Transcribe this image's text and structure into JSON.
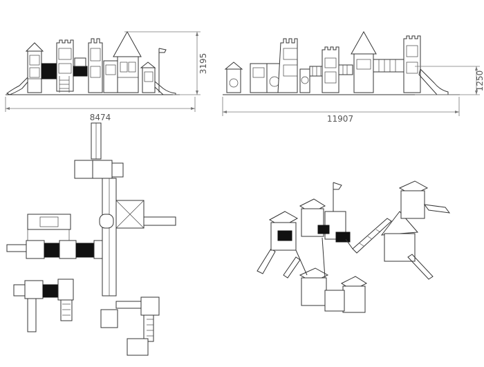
{
  "dimensions": {
    "left_width": "8474",
    "left_height": "3195",
    "right_width": "11907",
    "right_height": "1250"
  },
  "views": [
    {
      "name": "front-elevation-left"
    },
    {
      "name": "front-elevation-right"
    },
    {
      "name": "plan-view"
    },
    {
      "name": "isometric-view"
    }
  ]
}
